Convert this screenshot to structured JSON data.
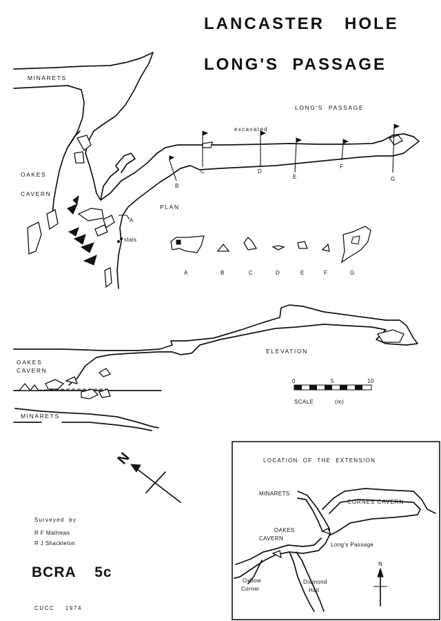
{
  "title": {
    "line1": "LANCASTER   HOLE",
    "line2": "LONG'S  PASSAGE"
  },
  "plan": {
    "passage_label": "LONG'S  PASSAGE",
    "excavated": "excavated",
    "plan_label": "PLAN",
    "minarets": "MINARETS",
    "oakes_1": "OAKES",
    "oakes_2": "CAVERN",
    "stals": "stals",
    "station_a": "A",
    "stations": [
      "B",
      "C",
      "D",
      "E",
      "F",
      "G"
    ],
    "sections": [
      "A",
      "B",
      "C",
      "D",
      "E",
      "F",
      "G"
    ]
  },
  "elevation": {
    "label": "ELEVATION",
    "oakes_1": "OAKES",
    "oakes_2": "CAVERN",
    "minarets": "MINARETS"
  },
  "scale": {
    "ticks": [
      "0",
      "5",
      "10"
    ],
    "label": "SCALE",
    "unit": "(m)"
  },
  "north": {
    "letter": "N"
  },
  "credits": {
    "surveyed_by": "Surveyed  by",
    "names": [
      "R F Mathews",
      "R J Shackleton"
    ],
    "grade": "BCRA    5c",
    "club": "CUCC    1974"
  },
  "inset": {
    "title": "LOCATION  OF  THE  EXTENSION",
    "minarets": "MINARETS",
    "cornes": "CORNES CAVERN",
    "oakes_1": "OAKES",
    "oakes_2": "CAVERN",
    "longs": "Long's Passage",
    "oxbow_1": "Oxbow",
    "oxbow_2": "Corner",
    "diamond_1": "Diamond",
    "diamond_2": "Hall",
    "north": "N"
  }
}
